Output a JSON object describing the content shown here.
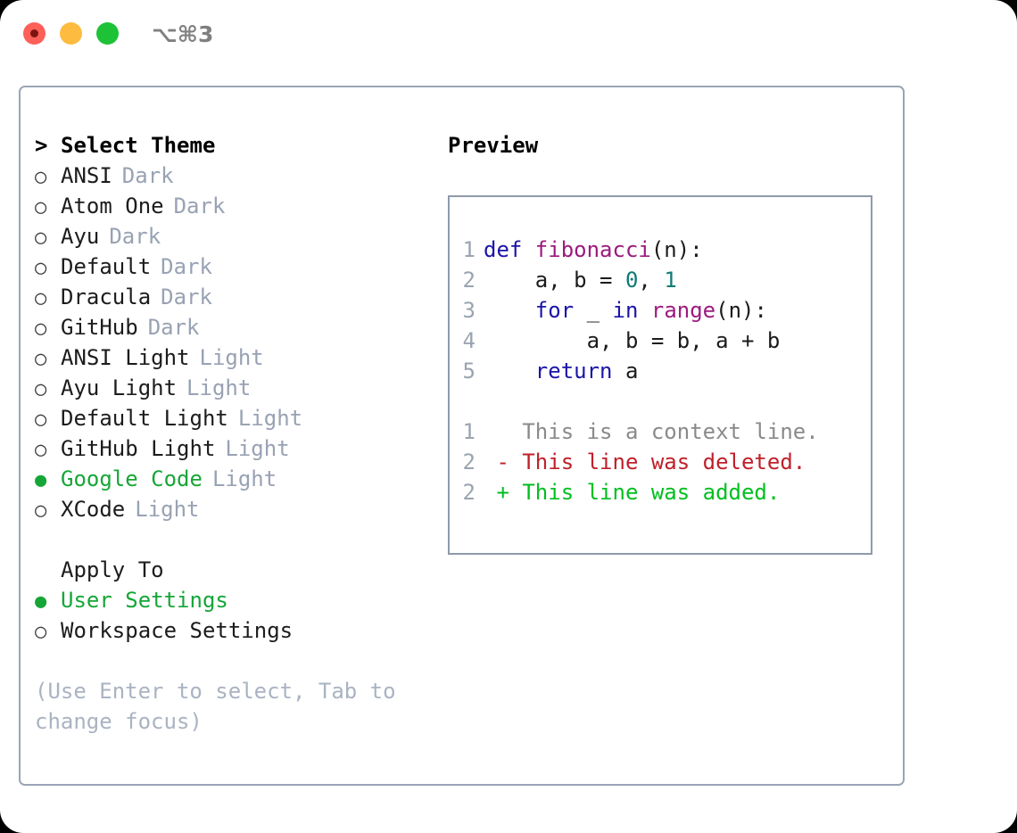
{
  "titlebar": {
    "shortcut": "⌥⌘3",
    "dots": [
      "close",
      "minimize",
      "zoom"
    ]
  },
  "left": {
    "header": {
      "caret": ">",
      "title": "Select Theme"
    },
    "themes": [
      {
        "marker": "○",
        "name": "ANSI",
        "tag": "Dark",
        "selected": false
      },
      {
        "marker": "○",
        "name": "Atom One",
        "tag": "Dark",
        "selected": false
      },
      {
        "marker": "○",
        "name": "Ayu",
        "tag": "Dark",
        "selected": false
      },
      {
        "marker": "○",
        "name": "Default",
        "tag": "Dark",
        "selected": false
      },
      {
        "marker": "○",
        "name": "Dracula",
        "tag": "Dark",
        "selected": false
      },
      {
        "marker": "○",
        "name": "GitHub",
        "tag": "Dark",
        "selected": false
      },
      {
        "marker": "○",
        "name": "ANSI Light",
        "tag": "Light",
        "selected": false
      },
      {
        "marker": "○",
        "name": "Ayu Light",
        "tag": "Light",
        "selected": false
      },
      {
        "marker": "○",
        "name": "Default Light",
        "tag": "Light",
        "selected": false
      },
      {
        "marker": "○",
        "name": "GitHub Light",
        "tag": "Light",
        "selected": false
      },
      {
        "marker": "●",
        "name": "Google Code",
        "tag": "Light",
        "selected": true
      },
      {
        "marker": "○",
        "name": "XCode",
        "tag": "Light",
        "selected": false
      }
    ],
    "apply_to": {
      "label": "Apply To",
      "options": [
        {
          "marker": "●",
          "name": "User Settings",
          "selected": true
        },
        {
          "marker": "○",
          "name": "Workspace Settings",
          "selected": false
        }
      ]
    },
    "hint": "(Use Enter to select, Tab to change focus)"
  },
  "right": {
    "title": "Preview",
    "code_lines": [
      {
        "num": "1",
        "tokens": [
          {
            "t": "def ",
            "c": "kw"
          },
          {
            "t": "fibonacci",
            "c": "fn"
          },
          {
            "t": "(n):",
            "c": "pl"
          }
        ]
      },
      {
        "num": "2",
        "tokens": [
          {
            "t": "    a, b = ",
            "c": "pl"
          },
          {
            "t": "0",
            "c": "num"
          },
          {
            "t": ", ",
            "c": "pl"
          },
          {
            "t": "1",
            "c": "num"
          }
        ]
      },
      {
        "num": "3",
        "tokens": [
          {
            "t": "    ",
            "c": "pl"
          },
          {
            "t": "for",
            "c": "kw"
          },
          {
            "t": " _ ",
            "c": "pl"
          },
          {
            "t": "in",
            "c": "kw"
          },
          {
            "t": " ",
            "c": "pl"
          },
          {
            "t": "range",
            "c": "fn"
          },
          {
            "t": "(n):",
            "c": "pl"
          }
        ]
      },
      {
        "num": "4",
        "tokens": [
          {
            "t": "        a, b = b, a + b",
            "c": "pl"
          }
        ]
      },
      {
        "num": "5",
        "tokens": [
          {
            "t": "    ",
            "c": "pl"
          },
          {
            "t": "return",
            "c": "kw"
          },
          {
            "t": " a",
            "c": "pl"
          }
        ]
      }
    ],
    "diff_lines": [
      {
        "num": "1",
        "tokens": [
          {
            "t": "   This is a context line.",
            "c": "ctx"
          }
        ]
      },
      {
        "num": "2",
        "tokens": [
          {
            "t": " - This line was deleted.",
            "c": "del"
          }
        ]
      },
      {
        "num": "2",
        "tokens": [
          {
            "t": " + This line was added.",
            "c": "add"
          }
        ]
      }
    ]
  },
  "colors": {
    "accent_green": "#16a637",
    "tag_gray": "#98a2b3",
    "hint_gray": "#aab3c2",
    "border": "#9aa5b6",
    "keyword": "#1b14a8",
    "function": "#9c1a7e",
    "number": "#0f7b74",
    "deleted": "#c0202a",
    "added": "#00bf1f"
  }
}
